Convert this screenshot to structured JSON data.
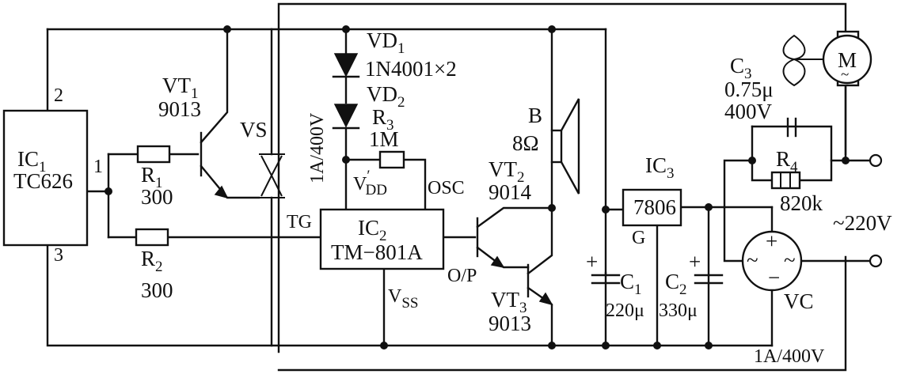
{
  "components": {
    "ic1": {
      "ref": "IC",
      "sub": "1",
      "part": "TC626",
      "pin_2": "2",
      "pin_1": "1",
      "pin_3": "3"
    },
    "ic2": {
      "ref": "IC",
      "sub": "2",
      "part": "TM−801A",
      "pin_tg": "TG",
      "pin_osc": "OSC",
      "pin_op": "O/P",
      "vdd": "V",
      "vdd_sub": "DD",
      "vdd_prime": "′",
      "vss": "V",
      "vss_sub": "SS"
    },
    "ic3": {
      "ref": "IC",
      "sub": "3",
      "part": "7806",
      "pin_g": "G"
    },
    "vt1": {
      "ref": "VT",
      "sub": "1",
      "part": "9013"
    },
    "vt2": {
      "ref": "VT",
      "sub": "2",
      "part": "9014"
    },
    "vt3": {
      "ref": "VT",
      "sub": "3",
      "part": "9013"
    },
    "vs": {
      "ref": "VS",
      "rating": "1A/400V"
    },
    "vd": {
      "ref1": "VD",
      "sub1": "1",
      "ref2": "VD",
      "sub2": "2",
      "part": "1N4001×2"
    },
    "r1": {
      "ref": "R",
      "sub": "1",
      "value": "300"
    },
    "r2": {
      "ref": "R",
      "sub": "2",
      "value": "300"
    },
    "r3": {
      "ref": "R",
      "sub": "3",
      "value": "1M"
    },
    "r4": {
      "ref": "R",
      "sub": "4",
      "value": "820k"
    },
    "c1": {
      "ref": "C",
      "sub": "1",
      "value": "220μ"
    },
    "c2": {
      "ref": "C",
      "sub": "2",
      "value": "330μ"
    },
    "c3": {
      "ref": "C",
      "sub": "3",
      "value": "0.75μ",
      "voltage": "400V"
    },
    "speaker": {
      "ref": "B",
      "value": "8Ω"
    },
    "motor": {
      "ref": "M",
      "tilde": "~"
    },
    "bridge": {
      "ref": "VC",
      "rating": "1A/400V"
    },
    "supply": {
      "label": "~220V"
    }
  }
}
